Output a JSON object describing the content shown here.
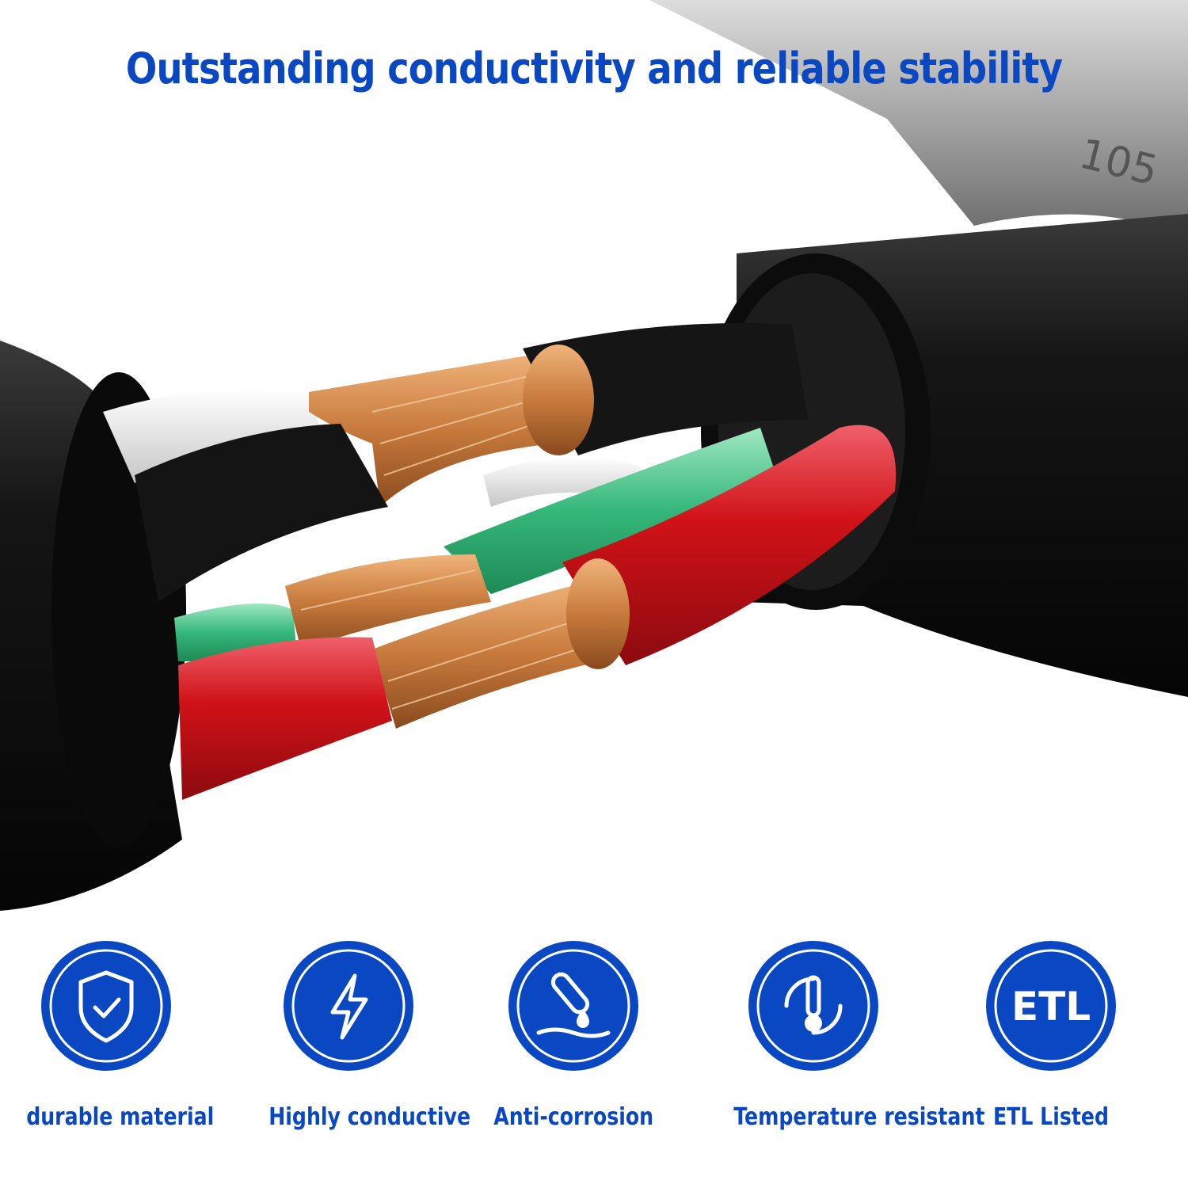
{
  "headline": "Outstanding conductivity and reliable stability",
  "cable_marking": "105",
  "colors": {
    "brand_blue": "#0a47c2",
    "jacket_black": "#111111",
    "wire_red": "#d01218",
    "wire_green": "#35b77a",
    "wire_white": "#e9e9e9",
    "copper": "#c77a3c"
  },
  "features": [
    {
      "icon": "shield-check-icon",
      "label": "durable material"
    },
    {
      "icon": "lightning-bolt-icon",
      "label": "Highly conductive"
    },
    {
      "icon": "test-tube-drop-icon",
      "label": "Anti-corrosion"
    },
    {
      "icon": "thermometer-cycle-icon",
      "label": "Temperature resistant"
    },
    {
      "icon": "etl-mark-icon",
      "label": "ETL Listed",
      "mark_text": "ETL"
    }
  ]
}
